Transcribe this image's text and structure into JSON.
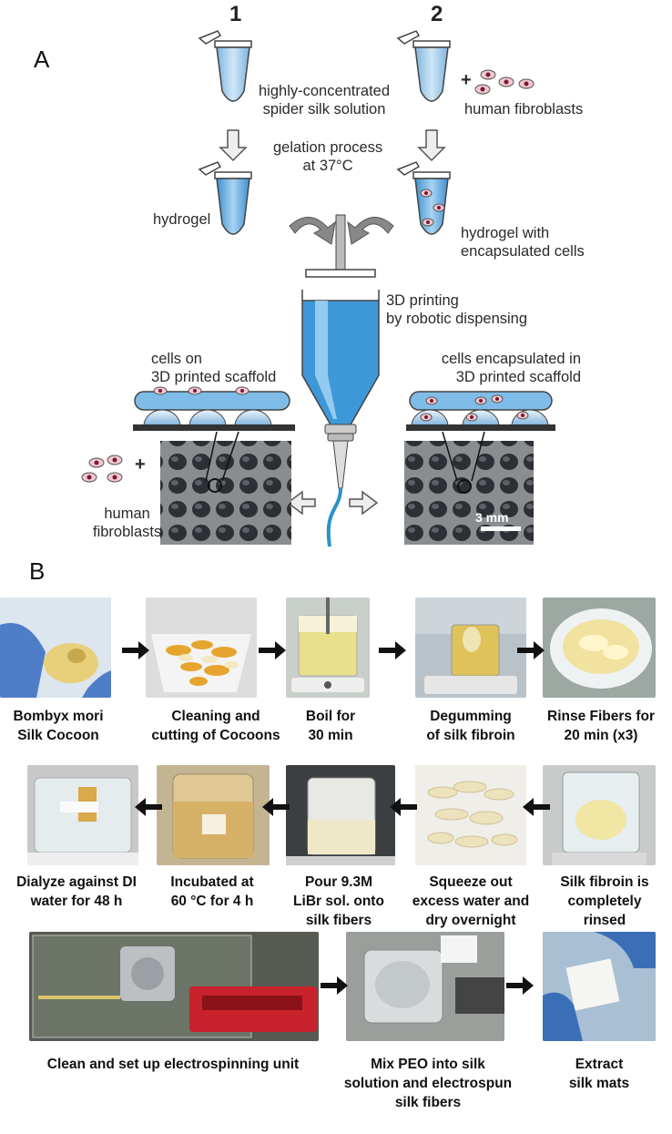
{
  "panelA": {
    "letter": "A",
    "col1_num": "1",
    "col2_num": "2",
    "solution_label": [
      "highly-concentrated",
      "spider silk solution"
    ],
    "plus1": "+",
    "fibroblasts_top": "human fibroblasts",
    "gelation": [
      "gelation process",
      "at 37°C"
    ],
    "hydrogel": "hydrogel",
    "hydrogel_cells": [
      "hydrogel with",
      "encapsulated cells"
    ],
    "printing": [
      "3D printing",
      "by robotic dispensing"
    ],
    "cells_on": [
      "cells on",
      "3D printed scaffold"
    ],
    "cells_in": [
      "cells encapsulated in",
      "3D printed scaffold"
    ],
    "plus2": "+",
    "fibroblasts_bottom": [
      "human",
      "fibroblasts"
    ],
    "scale_bar": "3 mm"
  },
  "panelB": {
    "letter": "B",
    "row1": [
      [
        "Bombyx mori",
        "Silk Cocoon"
      ],
      [
        "Cleaning and",
        "cutting of Cocoons"
      ],
      [
        "Boil for",
        "30 min"
      ],
      [
        "Degumming",
        "of silk fibroin"
      ],
      [
        "Rinse Fibers for",
        "20 min (x3)"
      ]
    ],
    "row2": [
      [
        "Dialyze against DI",
        "water for 48 h"
      ],
      [
        "Incubated at",
        "60 °C for 4 h"
      ],
      [
        "Pour 9.3M",
        "LiBr sol. onto",
        "silk fibers"
      ],
      [
        "Squeeze out",
        "excess water and",
        "dry overnight"
      ],
      [
        "Silk fibroin is",
        "completely",
        "rinsed"
      ]
    ],
    "row3": [
      [
        "Clean and set up electrospinning unit"
      ],
      [
        "Mix PEO into silk",
        "solution and electrospun",
        "silk fibers"
      ],
      [
        "Extract",
        "silk mats"
      ]
    ]
  }
}
